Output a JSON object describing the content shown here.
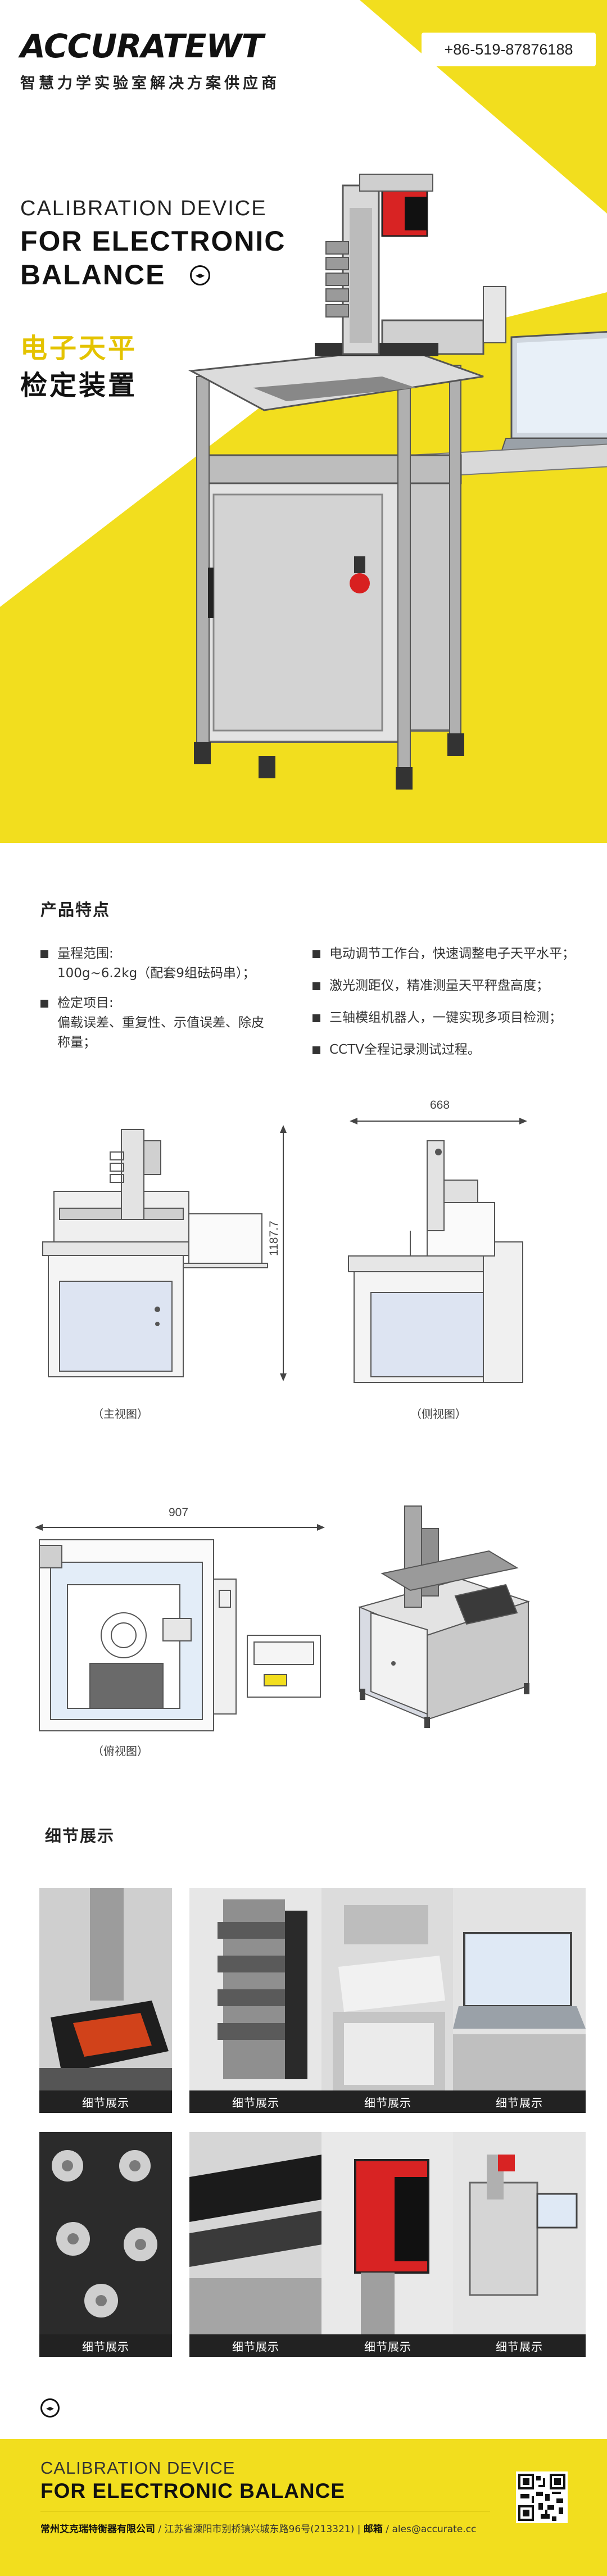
{
  "brand": {
    "logo": "ACCURATEWT",
    "tagline": "智慧力学实验室解决方案供应商",
    "phone": "+86-519-87876188"
  },
  "hero": {
    "en_line1": "CALIBRATION DEVICE",
    "en_line2": "FOR ELECTRONIC",
    "en_line3": "BALANCE",
    "cn_line1": "电子天平",
    "cn_line2": "检定装置"
  },
  "features": {
    "title": "产品特点",
    "left": [
      {
        "lines": [
          "量程范围:",
          "100g~6.2kg（配套9组砝码串）；"
        ]
      },
      {
        "lines": [
          "检定项目:",
          "偏载误差、重复性、示值误差、除皮",
          "称量；"
        ]
      }
    ],
    "right": [
      {
        "lines": [
          "电动调节工作台，快速调整电子天平水平；"
        ]
      },
      {
        "lines": [
          "激光测距仪，精准测量天平秤盘高度；"
        ]
      },
      {
        "lines": [
          "三轴模组机器人，一键实现多项目检测；"
        ]
      },
      {
        "lines": [
          "CCTV全程记录测试过程。"
        ]
      }
    ]
  },
  "drawings": {
    "front_caption": "（主视图）",
    "side_caption": "（侧视图）",
    "top_caption": "（俯视图）",
    "height_dim": "1187.7",
    "side_width_dim": "668",
    "top_width_dim": "907"
  },
  "details": {
    "title": "细节展示",
    "items": [
      {
        "caption": "细节展示"
      },
      {
        "caption": "细节展示"
      },
      {
        "caption": "细节展示"
      },
      {
        "caption": "细节展示"
      },
      {
        "caption": "细节展示"
      },
      {
        "caption": "细节展示"
      },
      {
        "caption": "细节展示"
      },
      {
        "caption": "细节展示"
      }
    ]
  },
  "footer": {
    "en_line1": "CALIBRATION DEVICE",
    "en_line2": "FOR ELECTRONIC BALANCE",
    "company": "常州艾克瑞特衡器有限公司",
    "address": "江苏省溧阳市别桥镇兴城东路96号(213321)",
    "email_label": "邮箱",
    "email": "ales@accurate.cc"
  },
  "colors": {
    "brand_yellow": "#f2de1e",
    "accent_yellow_text": "#e4c300",
    "dark": "#222222"
  }
}
